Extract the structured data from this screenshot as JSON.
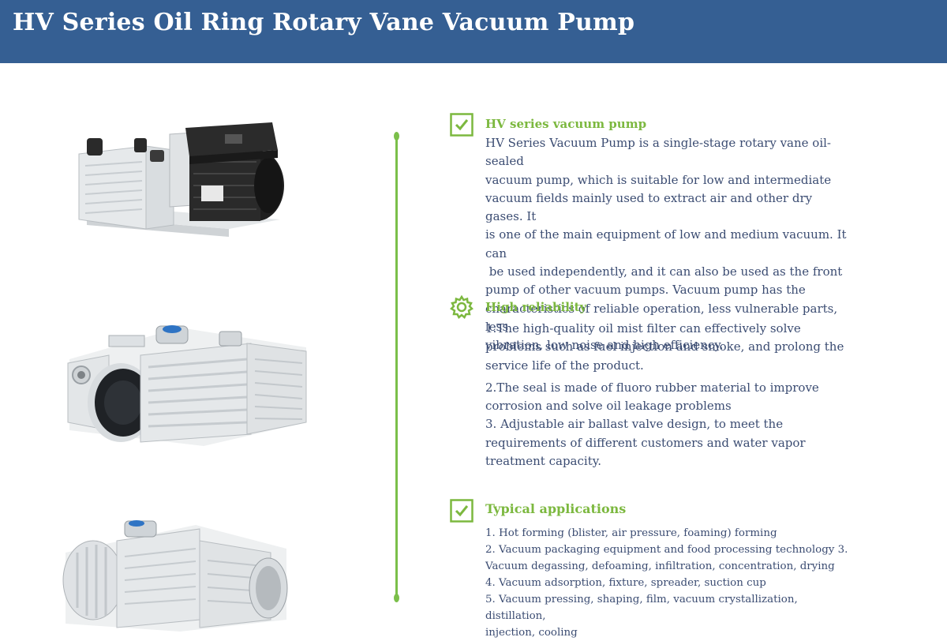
{
  "header": {
    "title": "HV Series Oil Ring Rotary Vane Vacuum Pump"
  },
  "colors": {
    "header_bg": "#355f93",
    "accent_green": "#7cb83f",
    "text_blue": "#3b4c72"
  },
  "sections": [
    {
      "icon": "check-box-icon",
      "title": "HV series vacuum pump",
      "lines": [
        "HV Series Vacuum Pump is a single-stage rotary vane oil-sealed",
        "vacuum pump, which is suitable for low and intermediate",
        "vacuum fields mainly used to extract air and other dry gases. It",
        "is one of the main equipment of low and medium vacuum. It can",
        " be used independently, and it can also be used as the front",
        "pump of other vacuum pumps. Vacuum pump has the",
        "characteristics of reliable operation, less vulnerable parts, less",
        "vibration, low noise and high efficiency."
      ]
    },
    {
      "icon": "gear-icon",
      "title": "High reliability",
      "items": [
        "1.The high-quality oil mist filter can effectively solve",
        "problems such as fuel injection and smoke, and prolong the",
        "service life of the product.",
        "2.The seal is made of fluoro rubber material to improve",
        "corrosion and solve oil leakage problems",
        "3. Adjustable air ballast valve design, to meet the",
        "requirements of different customers and water vapor",
        "treatment capacity."
      ]
    },
    {
      "icon": "check-box-icon",
      "title": "Typical applications",
      "lines": [
        "1. Hot forming (blister, air pressure, foaming) forming",
        "2. Vacuum packaging equipment and food processing technology 3.",
        "Vacuum degassing, defoaming, infiltration, concentration, drying",
        "4. Vacuum adsorption, fixture, spreader, suction cup",
        "5. Vacuum pressing, shaping, film, vacuum crystallization, distillation,",
        "injection, cooling"
      ]
    }
  ],
  "images": [
    "vacuum-pump-small-image",
    "vacuum-pump-large-image",
    "vacuum-pump-twin-image"
  ]
}
